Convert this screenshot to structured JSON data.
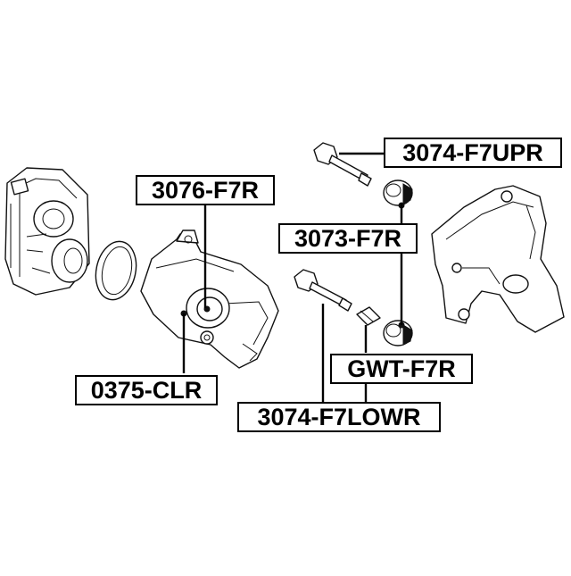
{
  "diagram": {
    "labels": {
      "upper_guide_bolt": "3074-F7UPR",
      "piston": "3076-F7R",
      "bushing": "3073-F7R",
      "pin_boot": "GWT-F7R",
      "lower_guide_bolt": "3074-F7LOWR",
      "seal": "0375-CLR"
    },
    "colors": {
      "line": "#000000",
      "background": "#ffffff",
      "label_border": "#000000"
    }
  }
}
